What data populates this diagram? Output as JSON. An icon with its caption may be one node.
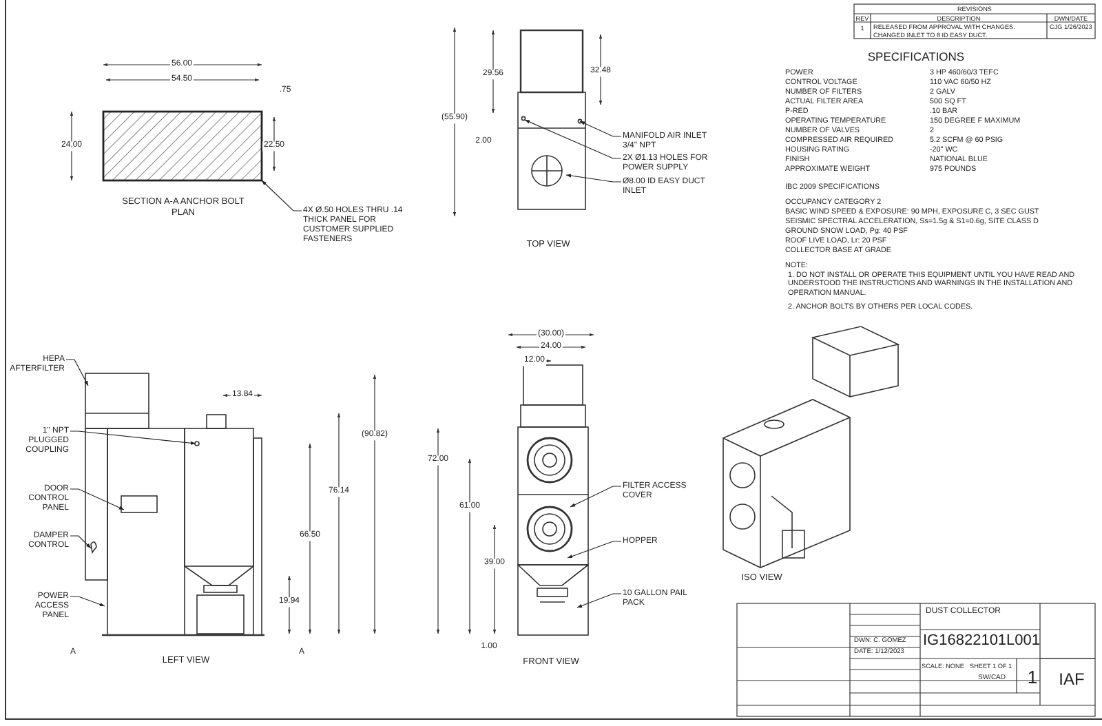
{
  "diagram": {
    "nodes": [
      {
        "text": [
          "4X Ø.50 HOLES THRU .14 THICK PANEL FOR CUSTOMER SUPPLIED FASTENERS"
        ]
      },
      {
        "text": [
          "MANIFOLD AIR INLET 3/4\" NPT"
        ]
      },
      {
        "text": [
          "2X Ø1.13 HOLES FOR POWER SUPPLY"
        ]
      },
      {
        "text": [
          "Ø8.00 ID EASY DUCT INLET"
        ]
      },
      {
        "text": [
          "HEPA AFTERFILTER"
        ]
      },
      {
        "text": [
          "1\" NPT PLUGGED COUPLING"
        ]
      },
      {
        "text": [
          "DOOR CONTROL PANEL"
        ]
      },
      {
        "text": [
          "DAMPER CONTROL"
        ]
      },
      {
        "text": [
          "POWER ACCESS PANEL"
        ]
      },
      {
        "text": [
          "FILTER ACCESS COVER"
        ]
      },
      {
        "text": [
          "HOPPER"
        ]
      },
      {
        "text": [
          "10 GALLON PAIL PACK"
        ]
      },
      {
        "text": [],
        "shape": "box"
      },
      {
        "text": [],
        "shape": "picture"
      },
      {
        "text": [],
        "shape": "picture"
      },
      {
        "text": [],
        "shape": "picture"
      }
    ],
    "edges": [
      {
        "from": 0,
        "to": 12,
        "arrow": "to"
      },
      {
        "from": 1,
        "to": 13,
        "arrow": "to"
      },
      {
        "from": 2,
        "to": 13,
        "arrow": "to"
      },
      {
        "from": 3,
        "to": 13,
        "arrow": "to"
      },
      {
        "from": 4,
        "to": 14,
        "arrow": "to"
      },
      {
        "from": 5,
        "to": 14,
        "arrow": "to"
      },
      {
        "from": 6,
        "to": 14,
        "arrow": "to"
      },
      {
        "from": 7,
        "to": 14,
        "arrow": "to"
      },
      {
        "from": 8,
        "to": 14,
        "arrow": "to"
      },
      {
        "from": 9,
        "to": 15,
        "arrow": "to"
      },
      {
        "from": 10,
        "to": 15,
        "arrow": "to"
      },
      {
        "from": 11,
        "to": 15,
        "arrow": "to"
      }
    ],
    "labels": [
      "56.00",
      "54.50",
      ".75",
      "24.00",
      "22.50",
      "SECTION A-A ANCHOR BOLT PLAN",
      "29.56",
      "32.48",
      "(55.90)",
      "2.00",
      "TOP VIEW",
      "13.84",
      "(90.82)",
      "76.14",
      "66.50",
      "19.94",
      "A",
      "A",
      "LEFT VIEW",
      "(30.00)",
      "24.00",
      "12.00",
      "72.00",
      "61.00",
      "39.00",
      "1.00",
      "FRONT VIEW",
      "ISO VIEW",
      "REVISIONS",
      "REV",
      "DESCRIPTION",
      "DWN/DATE",
      "1",
      "RELEASED FROM APPROVAL WITH CHANGES. CHANGED INLET TO 8 ID EASY DUCT.",
      "CJG 1/26/2023",
      "SPECIFICATIONS",
      "POWER",
      "3 HP 460/60/3 TEFC",
      "CONTROL VOLTAGE",
      "110 VAC 60/50 HZ",
      "NUMBER OF FILTERS",
      "2 GALV",
      "ACTUAL FILTER AREA",
      "500 SQ FT",
      "P-RED",
      ".10 BAR",
      "OPERATING TEMPERATURE",
      "150 DEGREE F MAXIMUM",
      "NUMBER OF VALVES",
      "2",
      "COMPRESSED AIR REQUIRED",
      "5.2 SCFM @ 60 PSIG",
      "HOUSING RATING",
      "-20\" WC",
      "FINISH",
      "NATIONAL BLUE",
      "APPROXIMATE WEIGHT",
      "975 POUNDS",
      "IBC 2009 SPECIFICATIONS",
      "OCCUPANCY CATEGORY 2",
      "BASIC WIND SPEED & EXPOSURE: 90 MPH, EXPOSURE C, 3 SEC GUST",
      "SEISMIC SPECTRAL ACCELERATION, Ss=1.5g & S1=0.6g, SITE CLASS D",
      "GROUND SNOW LOAD, Pg: 40 PSF",
      "ROOF LIVE LOAD, Lr: 20 PSF",
      "COLLECTOR BASE AT GRADE",
      "NOTE:",
      "1. DO NOT INSTALL OR OPERATE THIS EQUIPMENT UNTIL YOU HAVE READ AND UNDERSTOOD THE INSTRUCTIONS AND WARNINGS IN THE INSTALLATION AND OPERATION MANUAL.",
      "2. ANCHOR BOLTS BY OTHERS PER LOCAL CODES.",
      "DUST COLLECTOR",
      "IG16822101L001",
      "DWN: C. GOMEZ",
      "DATE: 1/12/2023",
      "SCALE: NONE",
      "SHEET 1 OF 1",
      "SW/CAD",
      "1",
      "IAF"
    ]
  }
}
